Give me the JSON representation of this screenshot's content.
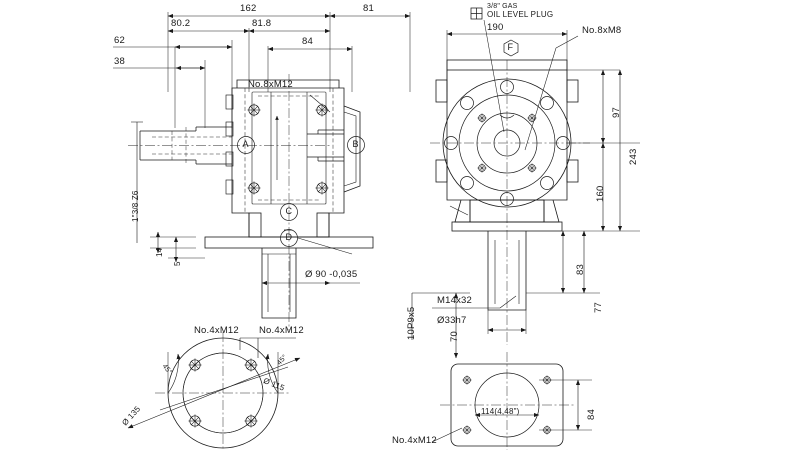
{
  "drawing": {
    "type": "engineering-drawing",
    "subject": "right-angle bevel gearbox",
    "views": {
      "main": "side elevation",
      "right": "front elevation",
      "bottom_left": "input flange bolt circle",
      "bottom_right": "output shaft square flange"
    }
  },
  "main_view": {
    "dimensions": {
      "overall_162": "162",
      "right_81": "81",
      "left_80_2": "80.2",
      "mid_81_8": "81.8",
      "span_84": "84",
      "left_62": "62",
      "left_38": "38",
      "height_14": "14",
      "height_5": "5"
    },
    "callouts": {
      "bolts_8xm12": "No.8xM12",
      "shaft_spline": "1\"3/8 Z6",
      "flange_dia": "Ø 90 -0,035",
      "bottom_bolts": "No.4xM12"
    },
    "balloons": [
      "A",
      "B",
      "C",
      "D"
    ]
  },
  "right_view": {
    "dimensions": {
      "width_190": "190",
      "height_97": "97",
      "height_160": "160",
      "height_243": "243",
      "height_83": "83",
      "height_77": "77",
      "height_70": "70",
      "height_84": "84"
    },
    "callouts": {
      "oil_plug_size": "3/8\" GAS",
      "oil_plug_text": "OIL LEVEL PLUG",
      "bolts_8xm8": "No.8xM8",
      "keyway": "10P9x5",
      "thread": "M14x32",
      "shaft_dia": "Ø33h7",
      "square_bolts": "No.4xM12",
      "bore_note": "114(4,48\")"
    },
    "balloons": [
      "F"
    ]
  },
  "bottom_left_view": {
    "dimensions": {
      "outer_dia": "Ø 135",
      "bolt_circle": "Ø 115",
      "angle_left": "45°",
      "angle_right": "45°"
    },
    "callouts": {
      "bolts": "No.4xM12"
    }
  },
  "colors": {
    "line": "#1a1a1a",
    "thin": "#3a3a3a",
    "background": "#ffffff"
  }
}
